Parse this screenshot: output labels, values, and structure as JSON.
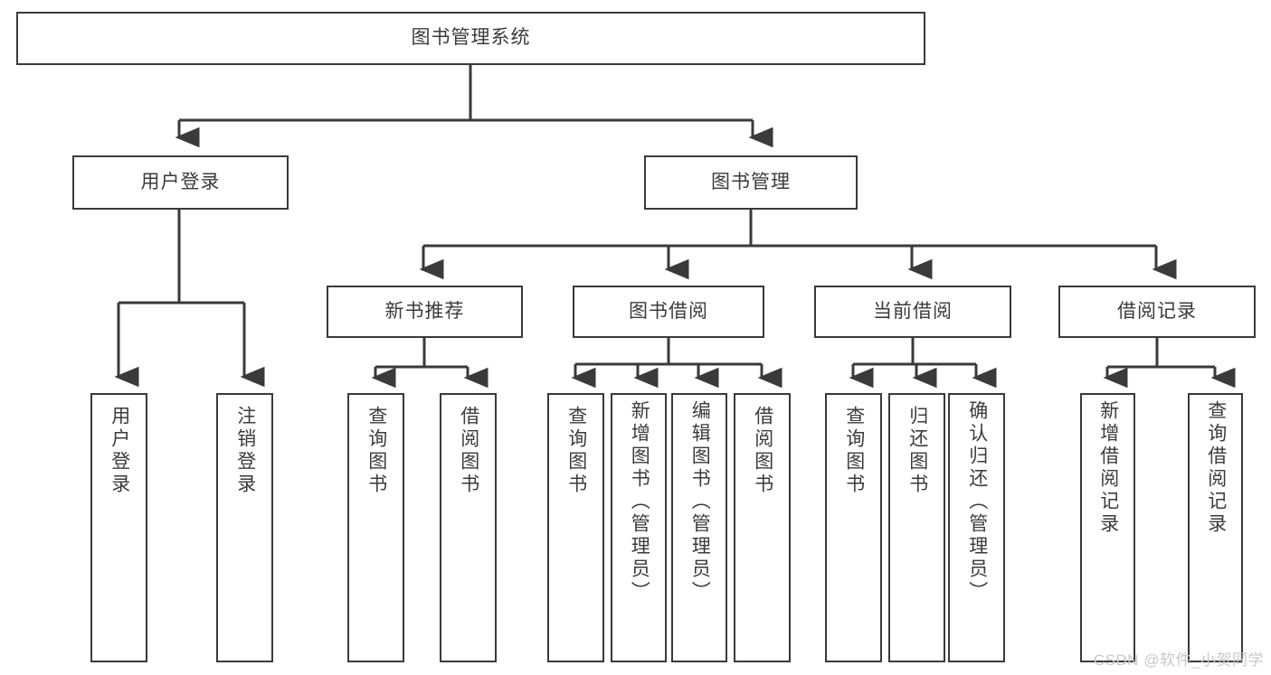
{
  "diagram": {
    "title": "图书管理系统",
    "type": "tree",
    "watermark": "CSDN @软件_小贺同学",
    "colors": {
      "stroke": "#3a3a3a",
      "text": "#3b3b3b",
      "background": "#ffffff",
      "watermark": "#c8c8c8"
    },
    "nodes": {
      "root": {
        "label": "图书管理系统"
      },
      "level2": [
        {
          "id": "user-login",
          "label": "用户登录"
        },
        {
          "id": "book-manage",
          "label": "图书管理"
        }
      ],
      "level3": [
        {
          "id": "new-book-recommend",
          "label": "新书推荐"
        },
        {
          "id": "book-borrow",
          "label": "图书借阅"
        },
        {
          "id": "current-borrow",
          "label": "当前借阅"
        },
        {
          "id": "borrow-record",
          "label": "借阅记录"
        }
      ],
      "leaves": {
        "user_login": [
          {
            "id": "leaf-user-login",
            "label": "用户登录"
          },
          {
            "id": "leaf-user-logout",
            "label": "注销登录"
          }
        ],
        "new_book_recommend": [
          {
            "id": "leaf-query-book-1",
            "label": "查询图书"
          },
          {
            "id": "leaf-borrow-book-1",
            "label": "借阅图书"
          }
        ],
        "book_borrow": [
          {
            "id": "leaf-query-book-2",
            "label": "查询图书"
          },
          {
            "id": "leaf-add-book",
            "label": "新增图书（管理员）"
          },
          {
            "id": "leaf-edit-book",
            "label": "编辑图书（管理员）"
          },
          {
            "id": "leaf-borrow-book-2",
            "label": "借阅图书"
          }
        ],
        "current_borrow": [
          {
            "id": "leaf-query-book-3",
            "label": "查询图书"
          },
          {
            "id": "leaf-return-book",
            "label": "归还图书"
          },
          {
            "id": "leaf-confirm-return",
            "label": "确认归还（管理员）"
          }
        ],
        "borrow_record": [
          {
            "id": "leaf-add-record",
            "label": "新增借阅记录"
          },
          {
            "id": "leaf-query-record",
            "label": "查询借阅记录"
          }
        ]
      }
    }
  }
}
